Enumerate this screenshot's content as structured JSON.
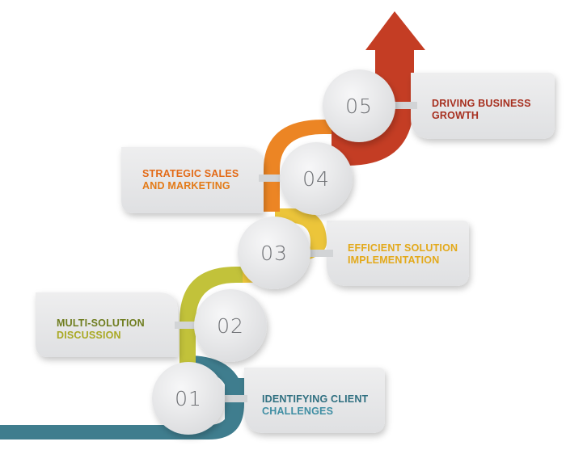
{
  "steps": [
    {
      "number": "01",
      "line1": "IDENTIFYING CLIENT",
      "line2": "CHALLENGES"
    },
    {
      "number": "02",
      "line1": "MULTI-SOLUTION",
      "line2": "DISCUSSION"
    },
    {
      "number": "03",
      "line1": "EFFICIENT SOLUTION",
      "line2": "IMPLEMENTATION"
    },
    {
      "number": "04",
      "line1": "STRATEGIC SALES",
      "line2": "AND MARKETING"
    },
    {
      "number": "05",
      "line1": "DRIVING BUSINESS",
      "line2": "GROWTH"
    }
  ],
  "colors": {
    "teal": "#3f7d8e",
    "teal_text": "#2f6f80",
    "yellow_green": "#c2c23a",
    "yellow_green_text": "#9a9a22",
    "yellow": "#ecc53a",
    "yellow_text": "#e3a91a",
    "orange": "#ec8524",
    "orange_text": "#e37a16",
    "red": "#c43d24",
    "red_text": "#a72f1f",
    "olive_text": "#6f7d1f",
    "panel": "#e7e8e9",
    "circle": "#e4e5e6",
    "connector": "#d2d4d6",
    "number_text": "#6e7074"
  }
}
